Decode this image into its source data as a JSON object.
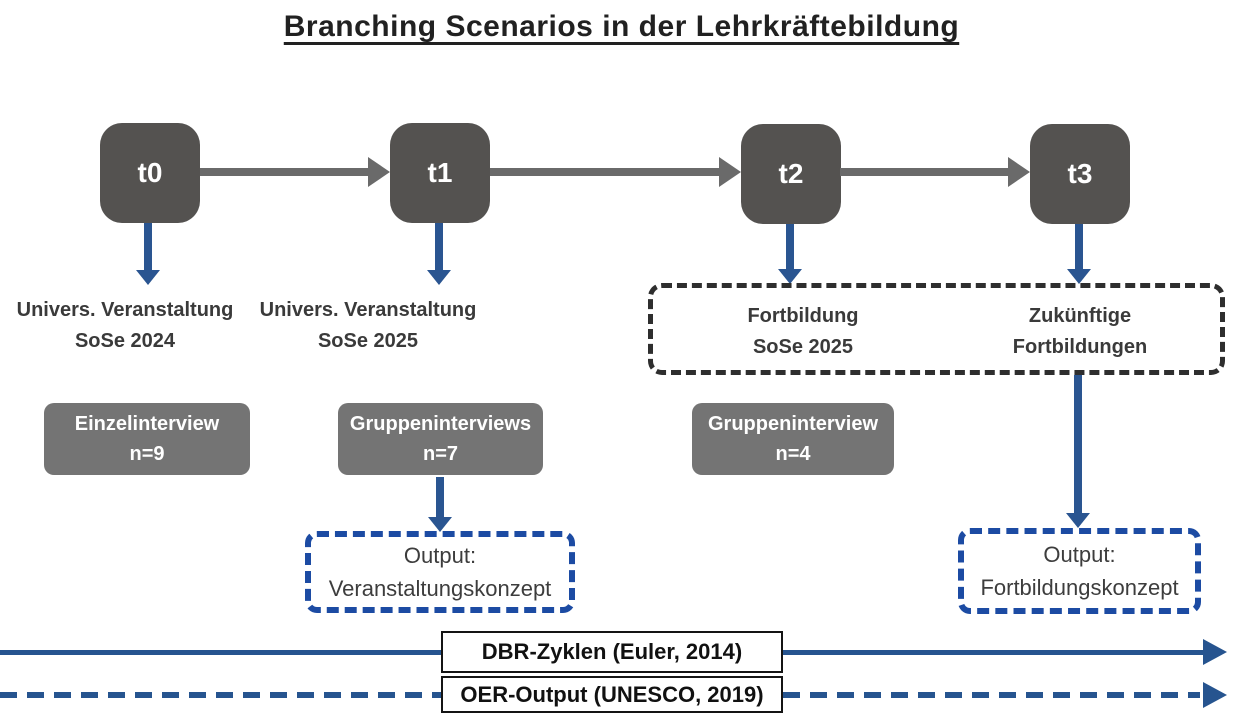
{
  "title": "Branching Scenarios in der Lehrkräftebildung",
  "timeline": {
    "t0": "t0",
    "t1": "t1",
    "t2": "t2",
    "t3": "t3"
  },
  "events": {
    "e0": {
      "line1": "Univers. Veranstaltung",
      "line2": "SoSe 2024"
    },
    "e1": {
      "line1": "Univers. Veranstaltung",
      "line2": "SoSe 2025"
    },
    "e2": {
      "line1": "Fortbildung",
      "line2": "SoSe 2025"
    },
    "e3": {
      "line1": "Zukünftige",
      "line2": "Fortbildungen"
    }
  },
  "interviews": {
    "i0": {
      "line1": "Einzelinterview",
      "line2": "n=9"
    },
    "i1": {
      "line1": "Gruppeninterviews",
      "line2": "n=7"
    },
    "i2": {
      "line1": "Gruppeninterview",
      "line2": "n=4"
    }
  },
  "outputs": {
    "o1": {
      "line1": "Output:",
      "line2": "Veranstaltungskonzept"
    },
    "o2": {
      "line1": "Output:",
      "line2": "Fortbildungskonzept"
    }
  },
  "bottom": {
    "dbr_label": "DBR-Zyklen (Euler, 2014)",
    "oer_label": "OER-Output (UNESCO, 2019)"
  },
  "colors": {
    "title_text": "#212121",
    "node_fill": "#545250",
    "interview_fill": "#747474",
    "arrow_gray": "#6A6A6A",
    "arrow_blue": "#2A5591",
    "arrow_blue_bottom": "#26548F",
    "output_border": "#1C4BA3",
    "output_text": "#3D3D3D",
    "future_border": "#2E2E2E",
    "event_text": "#3A3A3A",
    "label_border": "#141414"
  }
}
